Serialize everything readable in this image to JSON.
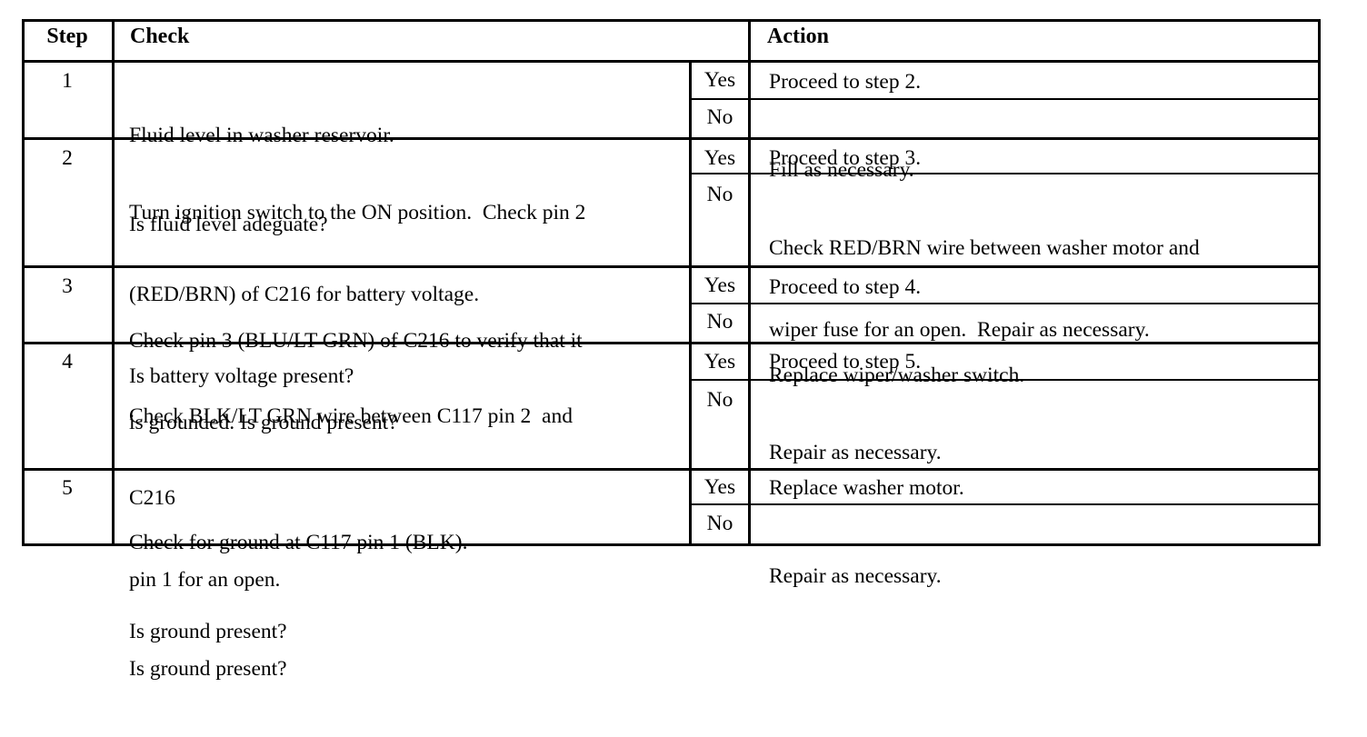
{
  "headers": {
    "step": "Step",
    "check": "Check",
    "action": "Action"
  },
  "rows": [
    {
      "step": "1",
      "check": [
        "Fluid level in washer reservoir.",
        "Is fluid level adeguate?"
      ],
      "yes_label": "Yes",
      "yes_action": "Proceed to step 2.",
      "no_label": "No",
      "no_action": [
        "Fill as necessary."
      ]
    },
    {
      "step": "2",
      "check": [
        "Turn ignition switch to the ON position.  Check pin 2",
        "(RED/BRN) of C216 for battery voltage.",
        "Is battery voltage present?"
      ],
      "yes_label": "Yes",
      "yes_action": "Proceed to step 3.",
      "no_label": "No",
      "no_action": [
        "Check RED/BRN wire between washer motor and",
        "wiper fuse for an open.  Repair as necessary."
      ]
    },
    {
      "step": "3",
      "check": [
        "Check pin 3 (BLU/LT GRN) of C216 to verify that it",
        "is grounded. Is ground present?"
      ],
      "yes_label": "Yes",
      "yes_action": "Proceed to step 4.",
      "no_label": "No",
      "no_action": [
        "Replace wiper/washer switch."
      ]
    },
    {
      "step": "4",
      "check": [
        "Check BLK/LT GRN wire between C117 pin 2  and",
        "C216",
        "pin 1 for an open.",
        "Is ground present?"
      ],
      "yes_label": "Yes",
      "yes_action": "Proceed to step 5.",
      "no_label": "No",
      "no_action": [
        "Repair as necessary."
      ]
    },
    {
      "step": "5",
      "check": [
        "Check for ground at C117 pin 1 (BLK).",
        "Is ground present?"
      ],
      "yes_label": "Yes",
      "yes_action": "Replace washer motor.",
      "no_label": "No",
      "no_action": [
        "Repair as necessary."
      ]
    }
  ]
}
